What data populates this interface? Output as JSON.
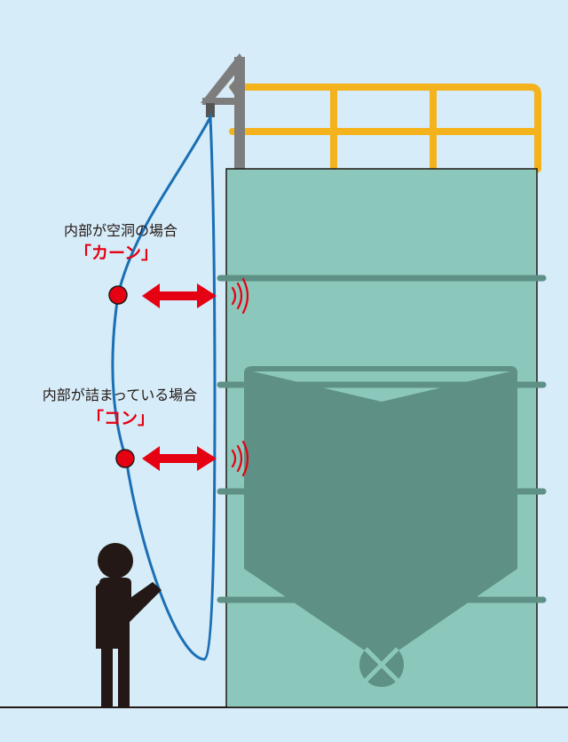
{
  "labels": {
    "hollow_caption": "内部が空洞の場合",
    "hollow_sound": "「カーン」",
    "clogged_caption": "内部が詰まっている場合",
    "clogged_sound": "「コン」"
  },
  "colors": {
    "background": "#d6ecf9",
    "tank": "#8cc7bb",
    "tank_band": "#5e9085",
    "contents": "#5e9085",
    "railing": "#f4b21c",
    "crane": "#7d7d7d",
    "rope": "#1a6fb5",
    "hammer": "#e50012",
    "arrow": "#e50012",
    "person": "#231815",
    "sound_waves": "#e50012",
    "caption_text": "#231815",
    "sound_text": "#e50012"
  },
  "icons": {
    "person": "person-silhouette-icon",
    "valve": "valve-icon",
    "sound_waves": "sound-waves-icon",
    "arrow": "double-headed-arrow-icon"
  }
}
